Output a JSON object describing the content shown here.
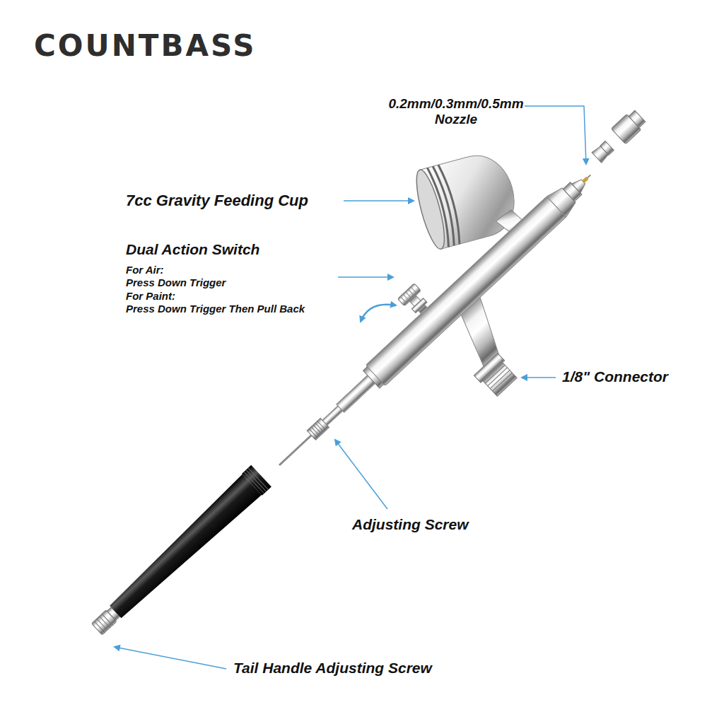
{
  "diagram": {
    "title": "COUNTBASS",
    "labels": [
      "0.2mm/0.3mm/0.5mm Nozzle",
      "7cc Gravity Feeding Cup",
      "Dual Action Switch",
      "For Air:",
      "Press Down Trigger",
      "For Paint:",
      "Press Down Trigger Then Pull Back",
      "1/8\" Connector",
      "Adjusting Screw",
      "Tail Handle Adjusting Screw"
    ]
  }
}
